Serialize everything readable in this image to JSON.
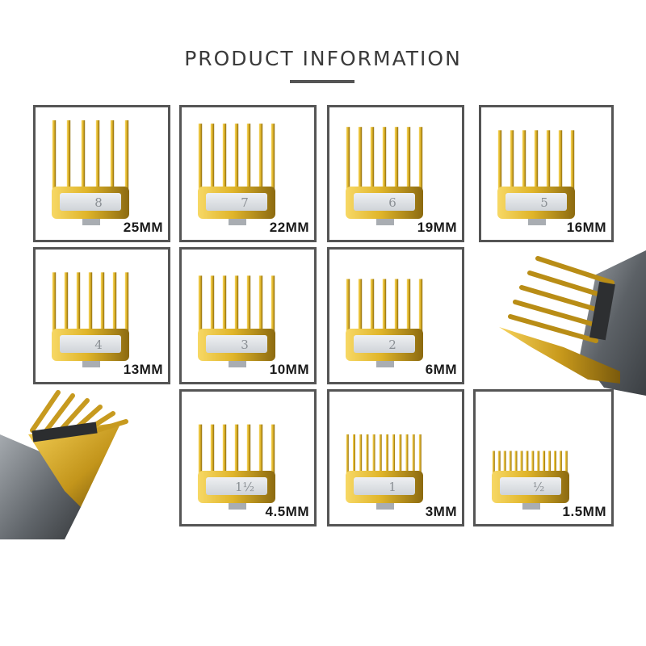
{
  "header": {
    "title": "PRODUCT INFORMATION"
  },
  "colors": {
    "gold": "#e0b52a",
    "gold_dark": "#8c6a10",
    "plate": "#cfd3d8",
    "border": "#555555"
  },
  "guards": [
    {
      "label": "25MM",
      "plate_text": "8",
      "teeth": 6,
      "tall": 1.0
    },
    {
      "label": "22MM",
      "plate_text": "7",
      "teeth": 7,
      "tall": 0.95
    },
    {
      "label": "19MM",
      "plate_text": "6",
      "teeth": 7,
      "tall": 0.9
    },
    {
      "label": "16MM",
      "plate_text": "5",
      "teeth": 7,
      "tall": 0.85
    },
    {
      "label": "13MM",
      "plate_text": "4",
      "teeth": 7,
      "tall": 0.85
    },
    {
      "label": "10MM",
      "plate_text": "3",
      "teeth": 7,
      "tall": 0.8
    },
    {
      "label": "6MM",
      "plate_text": "2",
      "teeth": 7,
      "tall": 0.75
    },
    {
      "label": "4.5MM",
      "plate_text": "1½",
      "teeth": 7,
      "tall": 0.7
    },
    {
      "label": "3MM",
      "plate_text": "1",
      "teeth": 12,
      "tall": 0.55
    },
    {
      "label": "1.5MM",
      "plate_text": "½",
      "teeth": 14,
      "tall": 0.3
    }
  ]
}
